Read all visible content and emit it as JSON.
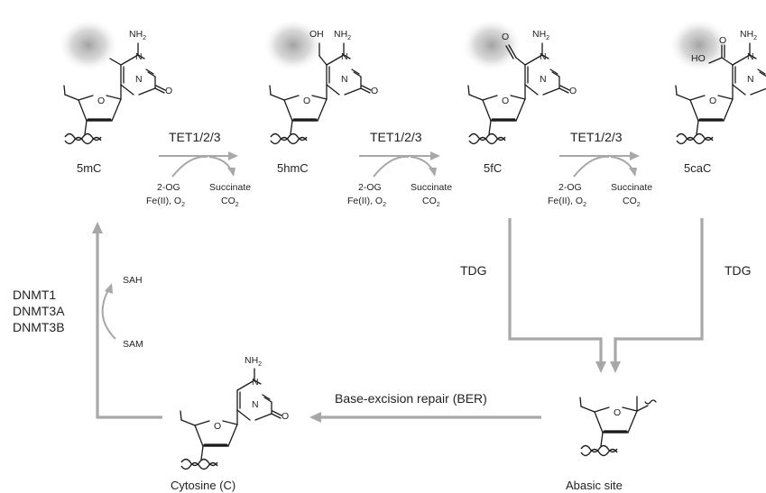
{
  "diagram": {
    "nucleotides": {
      "mc": "5mC",
      "hmc": "5hmC",
      "fc": "5fC",
      "cac": "5caC",
      "cytosine": "Cytosine (C)",
      "abasic": "Abasic site"
    },
    "enzymes": {
      "tet": "TET1/2/3",
      "tdg": "TDG",
      "dnmt1": "DNMT1",
      "dnmt3a": "DNMT3A",
      "dnmt3b": "DNMT3B",
      "ber": "Base-excision repair (BER)"
    },
    "cofactors": {
      "og": "2-OG",
      "fe": "Fe(II), O",
      "fe_sub": "2",
      "succinate": "Succinate",
      "co": "CO",
      "co_sub": "2",
      "sah": "SAH",
      "sam": "SAM"
    },
    "atoms": {
      "n": "N",
      "o": "O",
      "nh": "NH",
      "nh_sub": "2",
      "oh": "OH",
      "ho": "HO"
    },
    "colors": {
      "arrow": "#a8a8a8",
      "halo": "#9e9e9e",
      "structure": "#1a1a1a"
    }
  }
}
